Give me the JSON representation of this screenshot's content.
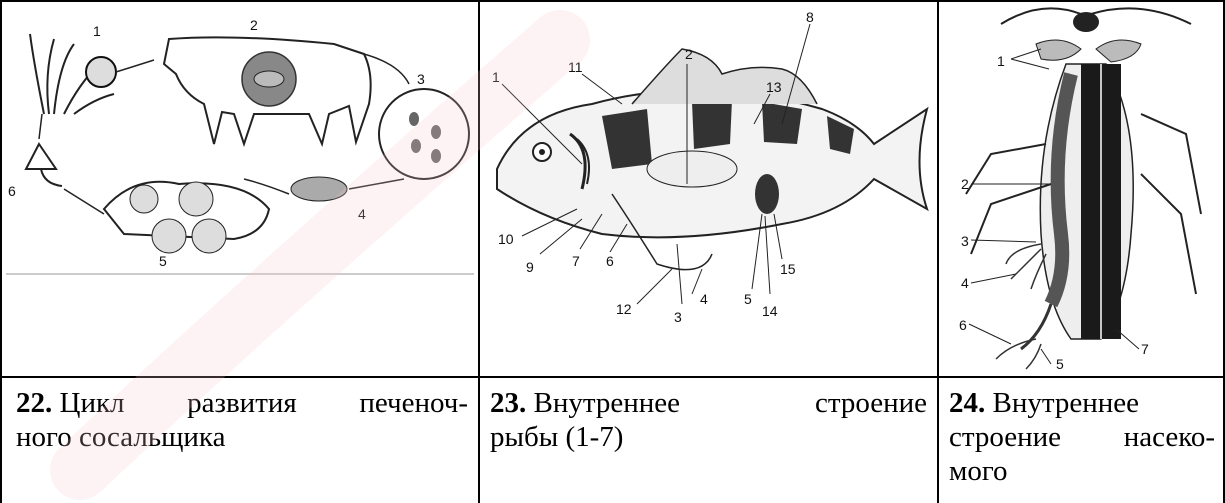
{
  "captions": [
    {
      "num": "22.",
      "line1_a": "Цикл",
      "line1_b": "развития",
      "line1_c": "печеноч-",
      "line2": "ного сосальщика"
    },
    {
      "num": "23.",
      "line1_a": "Внутреннее",
      "line1_b": "строение",
      "line2": "рыбы (1-7)"
    },
    {
      "num": "24.",
      "line1_a": "Внутреннее",
      "line2_a": "строение",
      "line2_b": "насеко-",
      "line3": "мого"
    }
  ],
  "fig22_labels": [
    "1",
    "2",
    "3",
    "4",
    "5",
    "6"
  ],
  "fig23_labels": [
    "1",
    "2",
    "8",
    "11",
    "13",
    "10",
    "9",
    "7",
    "6",
    "12",
    "3",
    "4",
    "5",
    "14",
    "15"
  ],
  "fig24_labels": [
    "1",
    "2",
    "3",
    "4",
    "6",
    "5",
    "7"
  ],
  "colors": {
    "border": "#000000",
    "watermark": "#f7c9cc"
  }
}
